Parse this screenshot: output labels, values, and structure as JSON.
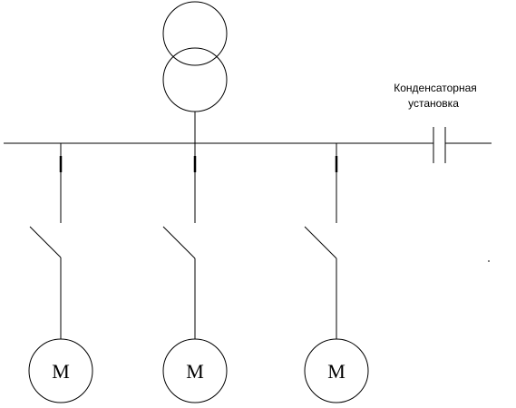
{
  "capacitor": {
    "label_line1": "Конденсаторная",
    "label_line2": "установка"
  },
  "motors": [
    {
      "label": "M"
    },
    {
      "label": "M"
    },
    {
      "label": "M"
    }
  ],
  "colors": {
    "line": "#000000",
    "background": "#ffffff"
  }
}
